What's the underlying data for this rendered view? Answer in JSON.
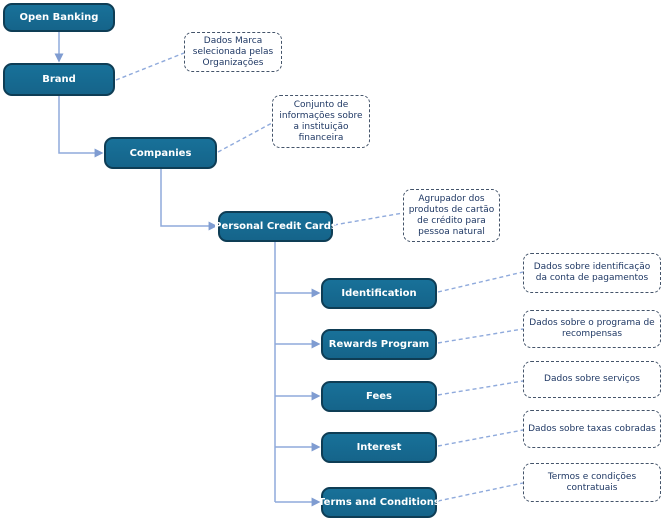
{
  "diagram": {
    "nodes": {
      "open_banking": {
        "label": "Open Banking"
      },
      "brand": {
        "label": "Brand"
      },
      "companies": {
        "label": "Companies"
      },
      "personal_credit_cards": {
        "label": "Personal Credit Cards"
      },
      "identification": {
        "label": "Identification"
      },
      "rewards_program": {
        "label": "Rewards Program"
      },
      "fees": {
        "label": "Fees"
      },
      "interest": {
        "label": "Interest"
      },
      "terms_and_conditions": {
        "label": "Terms and Conditions"
      }
    },
    "annotations": {
      "brand": {
        "text": "Dados Marca selecionada pelas Organizações"
      },
      "companies": {
        "text": "Conjunto de informações sobre a instituição financeira"
      },
      "personal_credit_cards": {
        "text": "Agrupador dos produtos de cartão de crédito para pessoa natural"
      },
      "identification": {
        "text": "Dados sobre identificação da conta de pagamentos"
      },
      "rewards_program": {
        "text": "Dados sobre o programa de recompensas"
      },
      "fees": {
        "text": "Dados sobre serviços"
      },
      "interest": {
        "text": "Dados sobre taxas cobradas"
      },
      "terms_and_conditions": {
        "text": "Termos e condições contratuais"
      }
    },
    "edges": [
      {
        "from": "Open Banking",
        "to": "Brand"
      },
      {
        "from": "Brand",
        "to": "Companies"
      },
      {
        "from": "Companies",
        "to": "Personal Credit Cards"
      },
      {
        "from": "Personal Credit Cards",
        "to": "Identification"
      },
      {
        "from": "Personal Credit Cards",
        "to": "Rewards Program"
      },
      {
        "from": "Personal Credit Cards",
        "to": "Fees"
      },
      {
        "from": "Personal Credit Cards",
        "to": "Interest"
      },
      {
        "from": "Personal Credit Cards",
        "to": "Terms and Conditions"
      }
    ],
    "colors": {
      "node_fill": "#16698F",
      "node_border": "#0E3D55",
      "node_text": "#FFFFFF",
      "annotation_border": "#44546A",
      "annotation_text": "#1F3864",
      "connector": "#8FAADC"
    }
  }
}
